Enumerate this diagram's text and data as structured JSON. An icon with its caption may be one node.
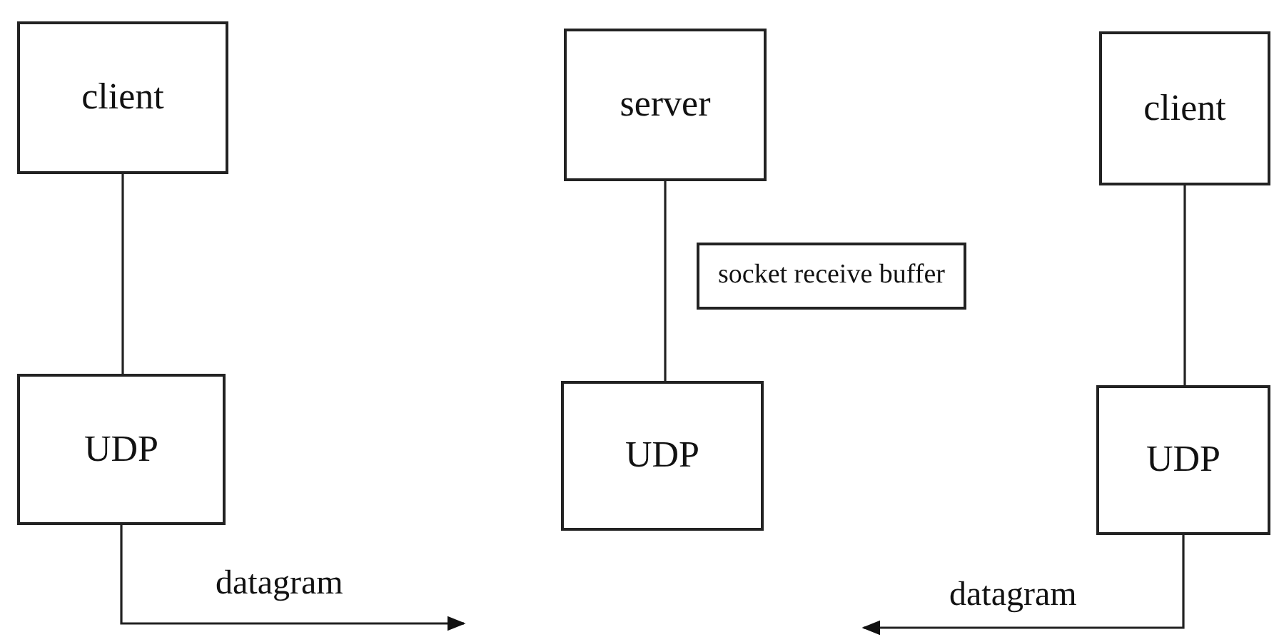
{
  "diagram": {
    "nodes": [
      {
        "text": [
          "client"
        ]
      },
      {
        "text": [
          "UDP"
        ]
      },
      {
        "text": [
          "server"
        ]
      },
      {
        "text": [
          "socket receive buffer"
        ]
      },
      {
        "text": [
          "UDP"
        ]
      },
      {
        "text": [
          "client"
        ]
      },
      {
        "text": [
          "UDP"
        ]
      }
    ],
    "edges": [
      {
        "from": 0,
        "to": 1,
        "arrow": "none"
      },
      {
        "from": 1,
        "to": null,
        "arrow": "to",
        "label": "datagram"
      },
      {
        "from": 2,
        "to": 4,
        "arrow": "none"
      },
      {
        "from": 5,
        "to": 6,
        "arrow": "none"
      },
      {
        "from": 6,
        "to": null,
        "arrow": "to",
        "label": "datagram"
      }
    ]
  }
}
